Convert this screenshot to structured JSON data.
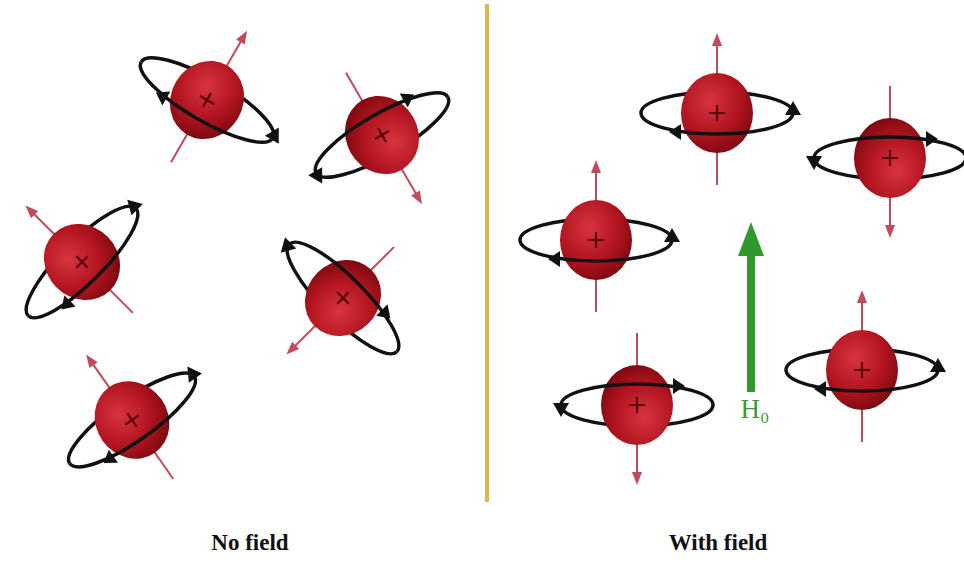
{
  "diagram": {
    "labels": [
      "No field",
      "With field",
      "H₀"
    ]
  }
}
